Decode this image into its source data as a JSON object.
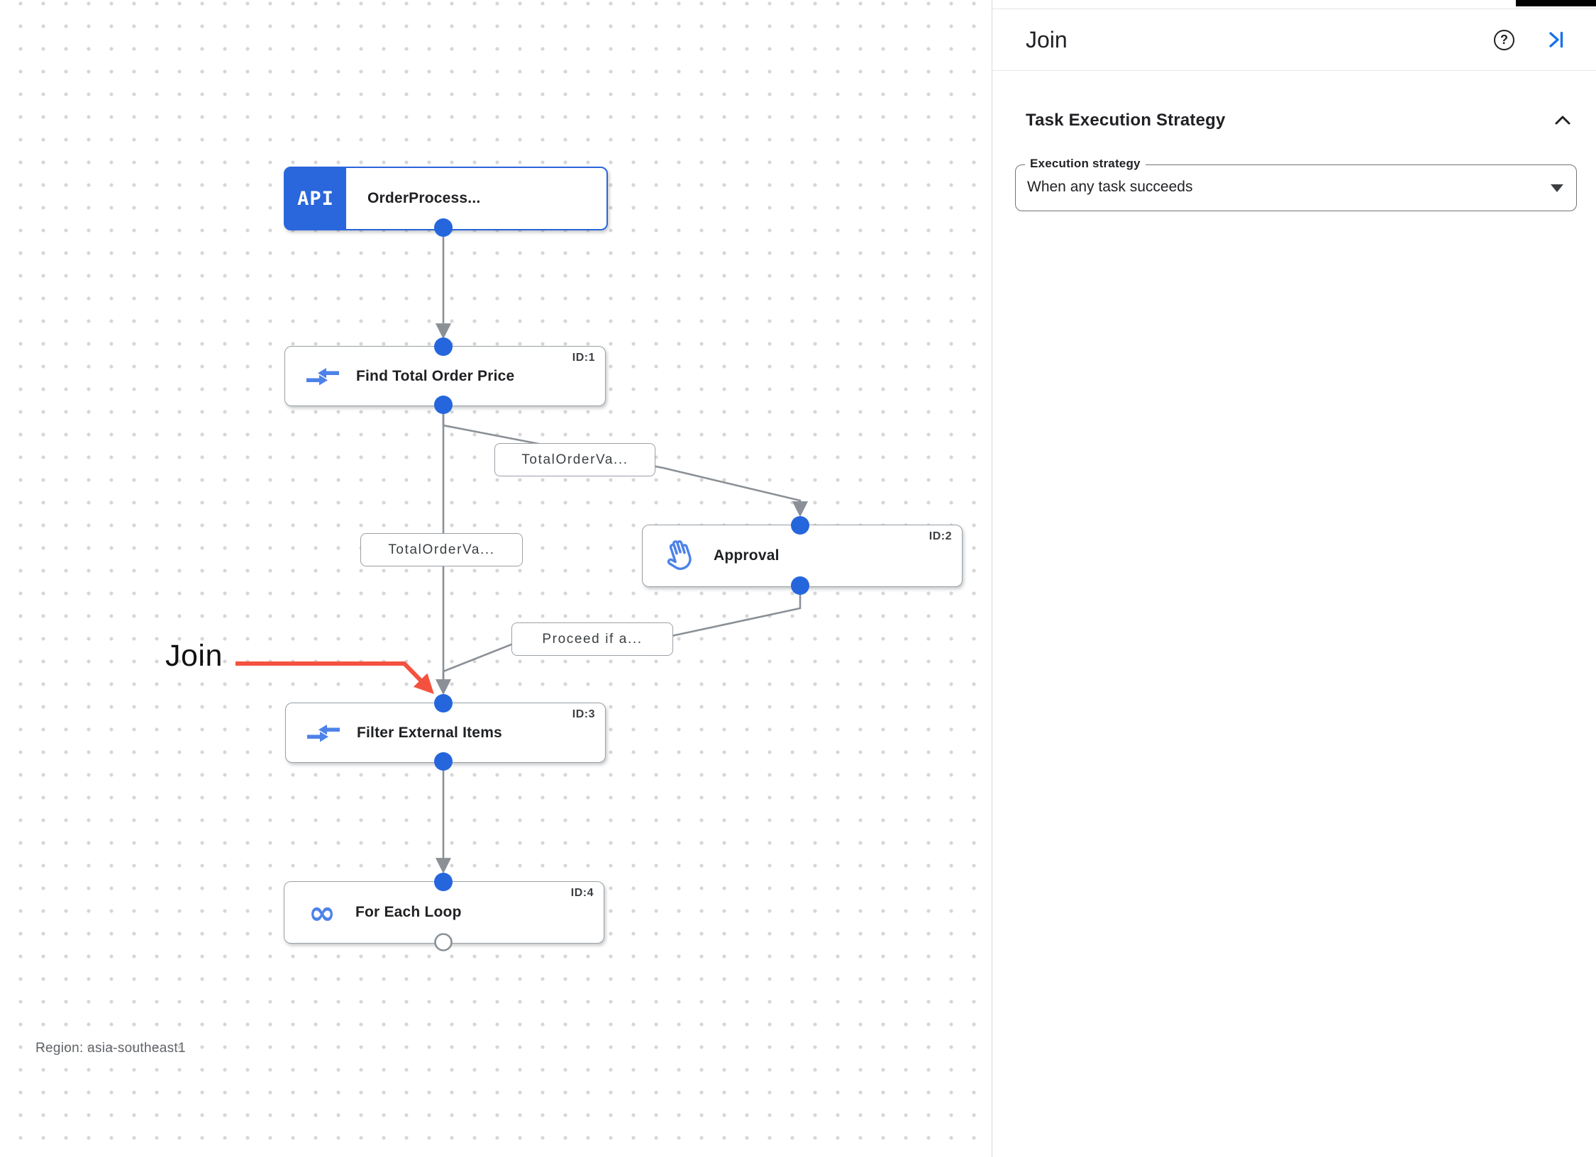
{
  "colors": {
    "accent_blue": "#2a66dc",
    "icon_blue": "#4d82e8",
    "port_blue": "#2566dd",
    "edge_gray": "#8a9096",
    "annotation_red": "#f4523f",
    "panel_divider": "#d9dadc"
  },
  "canvas": {
    "region_label": "Region: asia-southeast1",
    "annotation_label": "Join",
    "nodes": [
      {
        "title": "OrderProcess...",
        "badge": "API",
        "id_label": "",
        "icon": "api-trigger"
      },
      {
        "title": "Find Total Order Price",
        "id_label": "ID:1",
        "icon": "data-mapping"
      },
      {
        "title": "Approval",
        "id_label": "ID:2",
        "icon": "approval-hand"
      },
      {
        "title": "Filter External Items",
        "id_label": "ID:3",
        "icon": "data-mapping"
      },
      {
        "title": "For Each Loop",
        "id_label": "ID:4",
        "icon": "for-each-loop"
      }
    ],
    "edge_labels": [
      {
        "text": "TotalOrderVa..."
      },
      {
        "text": "TotalOrderVa..."
      },
      {
        "text": "Proceed if a..."
      }
    ]
  },
  "panel": {
    "title": "Join",
    "icons": [
      "help-icon",
      "collapse-panel-icon"
    ],
    "section": {
      "heading": "Task Execution Strategy",
      "field_label": "Execution strategy",
      "field_value": "When any task succeeds"
    }
  }
}
